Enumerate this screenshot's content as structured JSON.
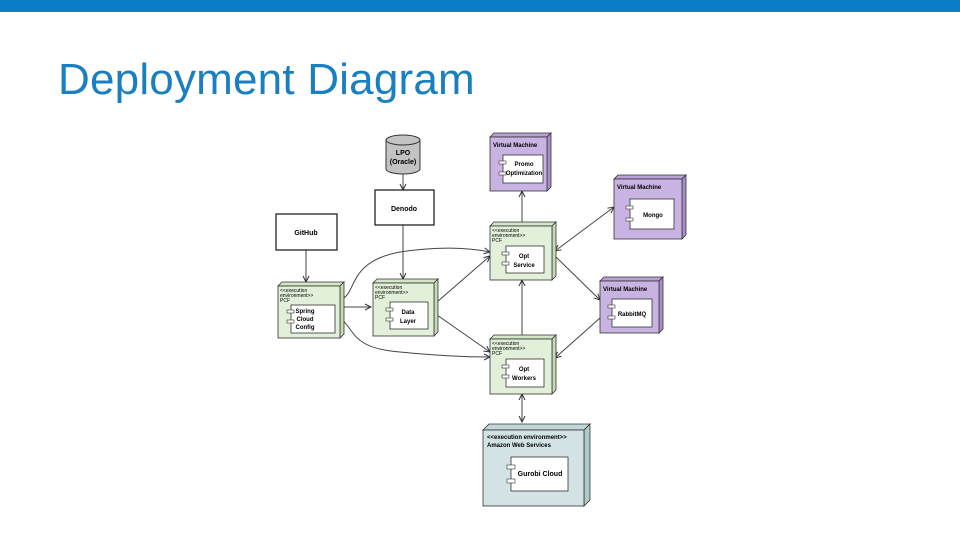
{
  "slide": {
    "title": "Deployment Diagram",
    "accent_color": "#0a7dc6",
    "title_color": "#1a7fc1"
  },
  "colors": {
    "pcf_fill": "#e2efd9",
    "vm_fill": "#c9b3e3",
    "aws_fill": "#d3e3e5",
    "db_fill": "#c3c3c3",
    "node_fill": "#ffffff"
  },
  "nodes": {
    "lpo": {
      "lines": [
        "LPO",
        "(Oracle)"
      ]
    },
    "denodo": {
      "lines": [
        "Denodo"
      ]
    },
    "github": {
      "lines": [
        "GitHub"
      ]
    },
    "spring": {
      "header": [
        "<<execution",
        "environment>>",
        "PCF"
      ],
      "component": [
        "Spring",
        "Cloud",
        "Config"
      ]
    },
    "datalayer": {
      "header": [
        "<<execution",
        "environment>>",
        "PCF"
      ],
      "component": [
        "Data",
        "Layer"
      ]
    },
    "optservice": {
      "header": [
        "<<execution",
        "environment>>",
        "PCF"
      ],
      "component": [
        "Opt",
        "Service"
      ]
    },
    "optworkers": {
      "header": [
        "<<execution",
        "environment>>",
        "PCF"
      ],
      "component": [
        "Opt",
        "Workers"
      ]
    },
    "vm_promo": {
      "header": [
        "Virtual Machine"
      ],
      "component": [
        "Promo",
        "Optimization"
      ]
    },
    "vm_mongo": {
      "header": [
        "Virtual Machine"
      ],
      "component": [
        "Mongo"
      ]
    },
    "vm_rabbit": {
      "header": [
        "Virtual Machine"
      ],
      "component": [
        "RabbitMQ"
      ]
    },
    "aws": {
      "header": [
        "<<execution environment>>",
        "Amazon Web Services"
      ],
      "component": [
        "Gurobi Cloud"
      ]
    }
  }
}
